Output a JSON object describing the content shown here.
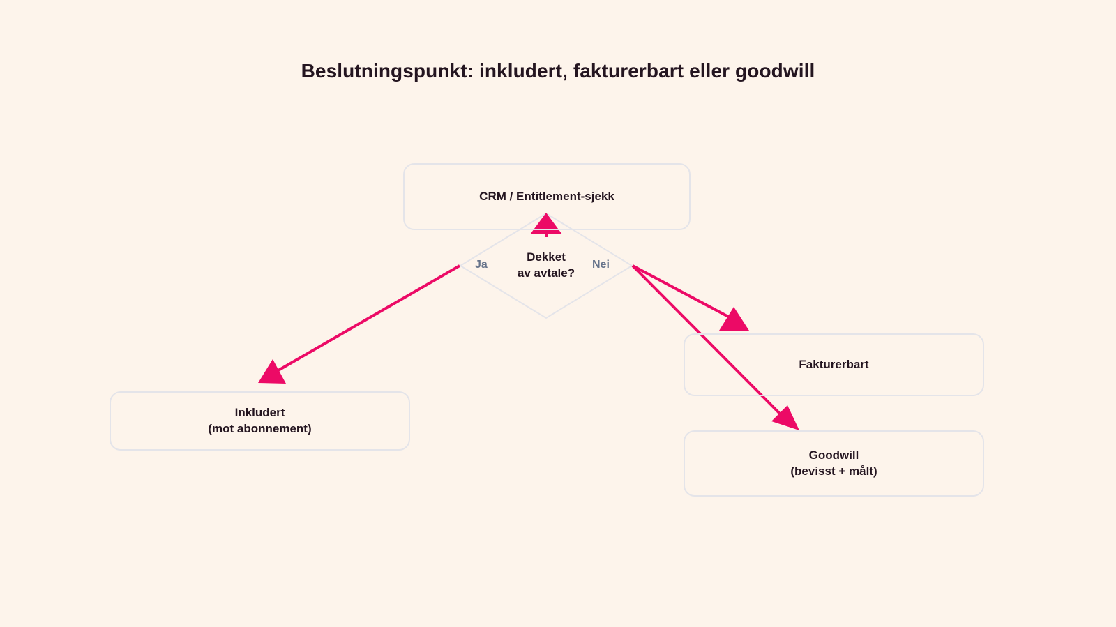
{
  "diagram": {
    "title": "Beslutningspunkt: inkludert, fakturerbart eller goodwill",
    "type": "flowchart",
    "background_color": "#fdf4eb",
    "node_border_color": "#e4e4e9",
    "node_text_color": "#241520",
    "edge_color": "#ec0a66",
    "edge_label_color": "#67748b",
    "nodes": [
      {
        "id": "crm",
        "shape": "rounded-rectangle",
        "label": "CRM / Entitlement-sjekk"
      },
      {
        "id": "dekket",
        "shape": "diamond",
        "label": "Dekket\nav avtale?"
      },
      {
        "id": "inkludert",
        "shape": "rounded-rectangle",
        "label": "Inkludert\n(mot abonnement)"
      },
      {
        "id": "fakturerbart",
        "shape": "rounded-rectangle",
        "label": "Fakturerbart"
      },
      {
        "id": "goodwill",
        "shape": "rounded-rectangle",
        "label": "Goodwill\n(bevisst + målt)"
      }
    ],
    "edges": [
      {
        "id": "crm-to-dekket",
        "from": "dekket",
        "to": "crm",
        "label": ""
      },
      {
        "id": "dekket-to-inkludert",
        "from": "dekket",
        "to": "inkludert",
        "label": "Ja"
      },
      {
        "id": "dekket-to-fakturerbart",
        "from": "dekket",
        "to": "fakturerbart",
        "label": "Nei"
      },
      {
        "id": "dekket-to-goodwill",
        "from": "dekket",
        "to": "goodwill",
        "label": ""
      }
    ]
  }
}
